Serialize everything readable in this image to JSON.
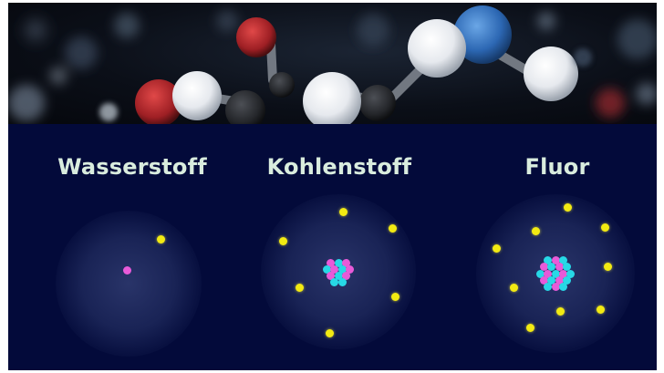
{
  "elements": [
    {
      "name": "Wasserstoff"
    },
    {
      "name": "Kohlenstoff"
    },
    {
      "name": "Fluor"
    }
  ],
  "colors": {
    "background": "#030a3a",
    "title": "#d9ecde",
    "electron": "#f2ea12",
    "proton": "#e85ad8",
    "neutron": "#27d8e6"
  },
  "banner": {
    "image": "3d-molecule-render"
  }
}
